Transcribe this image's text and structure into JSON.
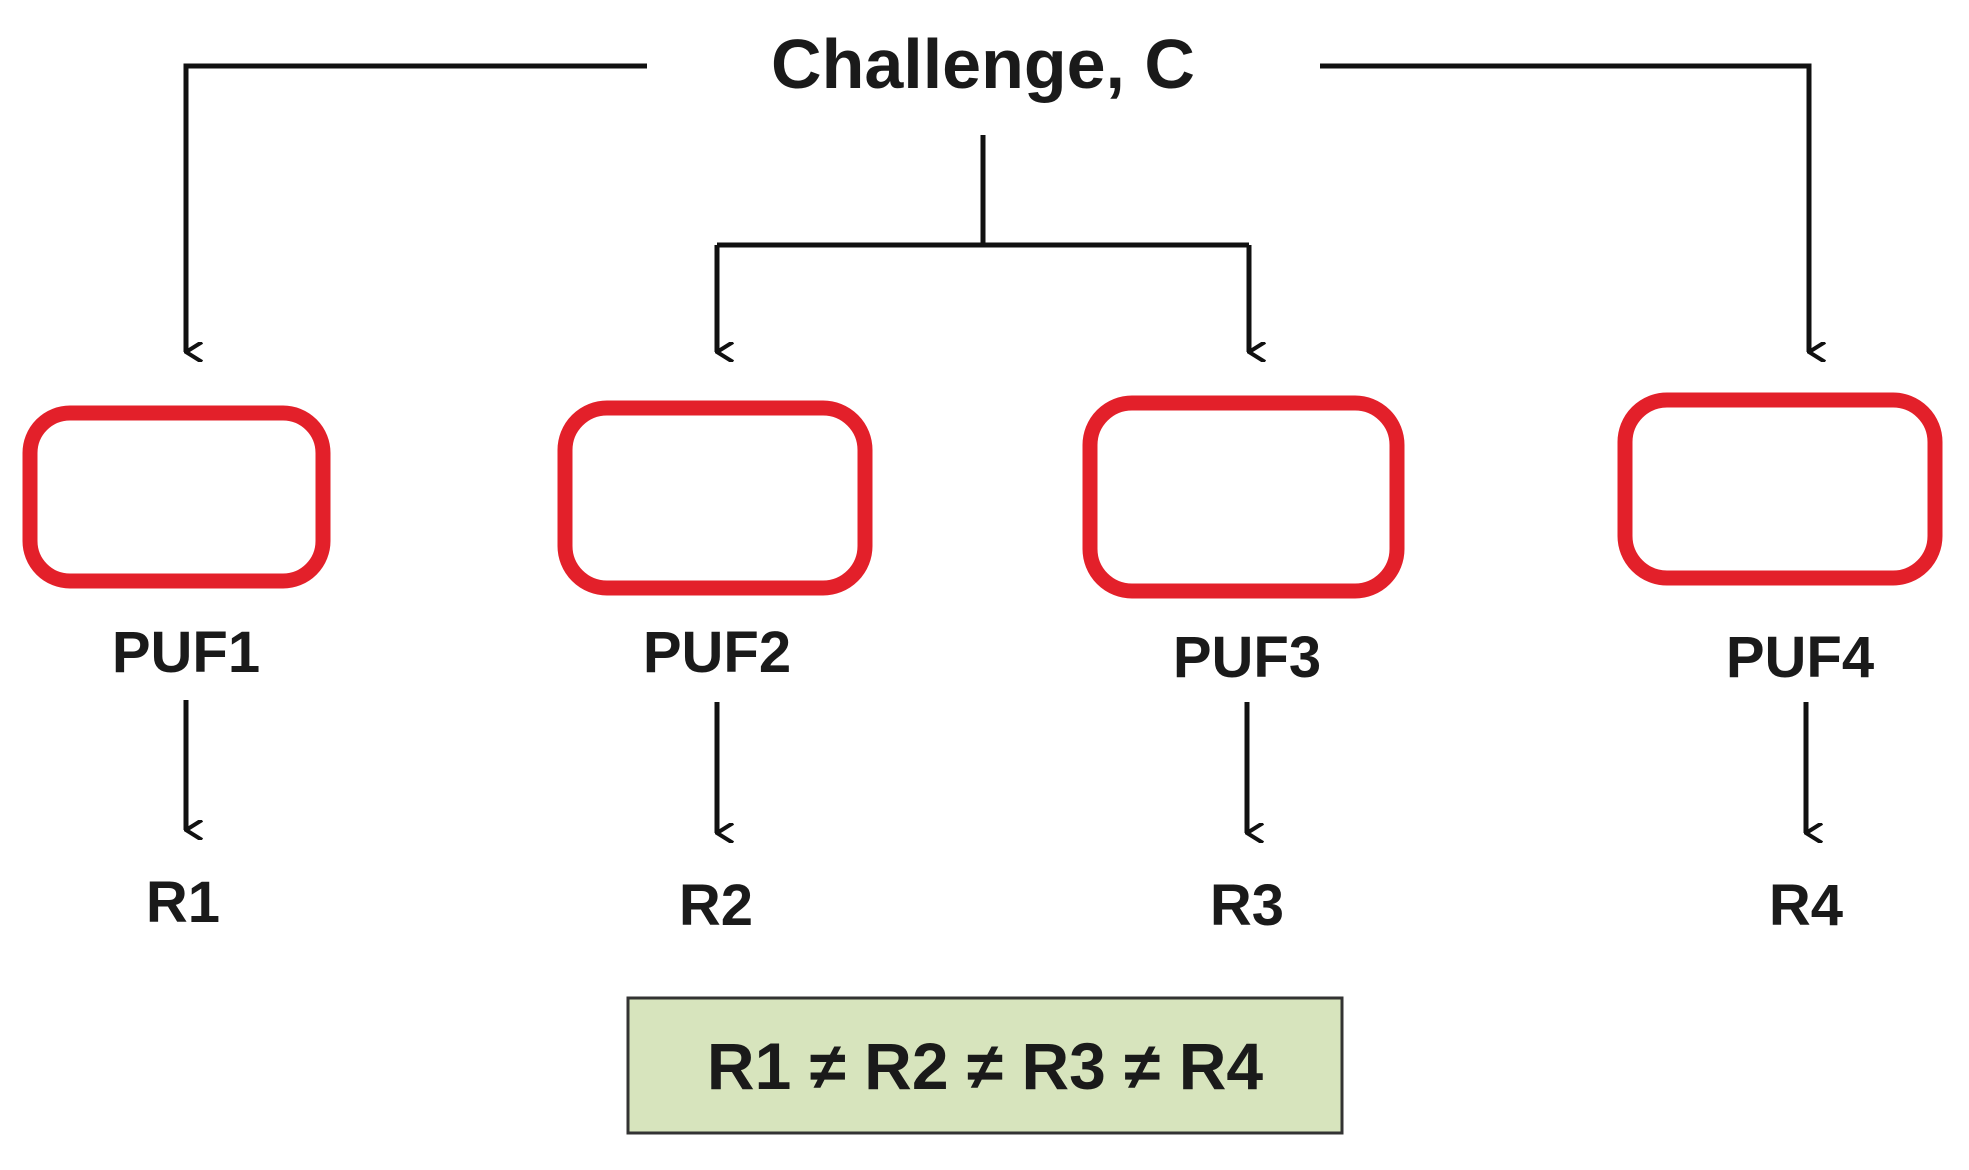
{
  "challenge": {
    "label": "Challenge, C"
  },
  "pufs": [
    {
      "label": "PUF1",
      "response": "R1"
    },
    {
      "label": "PUF2",
      "response": "R2"
    },
    {
      "label": "PUF3",
      "response": "R3"
    },
    {
      "label": "PUF4",
      "response": "R4"
    }
  ],
  "result": {
    "text": "R1 ≠ R2 ≠ R3 ≠ R4"
  },
  "colors": {
    "puf_border": "#e3202a",
    "result_fill": "#d7e4bd",
    "wire": "#111111"
  }
}
